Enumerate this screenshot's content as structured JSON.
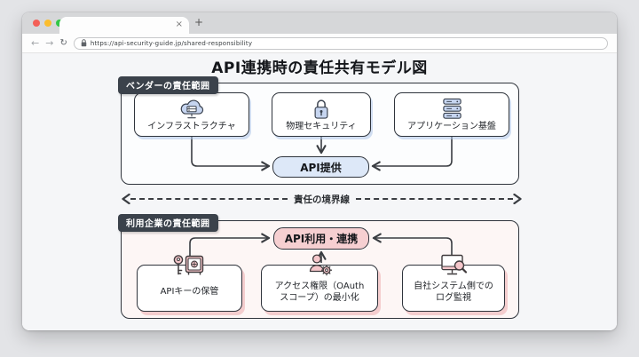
{
  "browser": {
    "tab": {
      "close_glyph": "×",
      "new_tab_glyph": "+"
    },
    "nav": {
      "back_glyph": "←",
      "forward_glyph": "→",
      "reload_glyph": "↻",
      "url": "https://api-security-guide.jp/shared-responsibility"
    }
  },
  "page": {
    "title": "API連携時の責任共有モデル図",
    "vendor_section": {
      "badge": "ベンダーの責任範囲",
      "nodes": [
        {
          "label": "インフラストラクチャ",
          "icon": "cloud-server-icon"
        },
        {
          "label": "物理セキュリティ",
          "icon": "padlock-icon"
        },
        {
          "label": "アプリケーション基盤",
          "icon": "server-stack-icon"
        }
      ],
      "target": "API提供"
    },
    "boundary_label": "責任の境界線",
    "user_section": {
      "badge": "利用企業の責任範囲",
      "target": "API利用・連携",
      "nodes": [
        {
          "lines": [
            "APIキーの保管"
          ],
          "icon": "key-safe-icon"
        },
        {
          "lines": [
            "アクセス権限（OAuth",
            "スコープ）の最小化"
          ],
          "icon": "user-gear-icon"
        },
        {
          "lines": [
            "自社システム側での",
            "ログ監視"
          ],
          "icon": "monitor-search-icon"
        }
      ]
    },
    "colors": {
      "badge_bg": "#3b424b",
      "line": "#3a3d42",
      "vendor_icon_fill": "#c6d5f0",
      "vendor_target_bg": "#dde8f8",
      "user_icon_fill": "#f5c6ca",
      "user_target_bg": "#f6cfd1",
      "vendor_section_bg": "#fcfdfe",
      "user_section_bg": "#fdf6f5"
    }
  }
}
